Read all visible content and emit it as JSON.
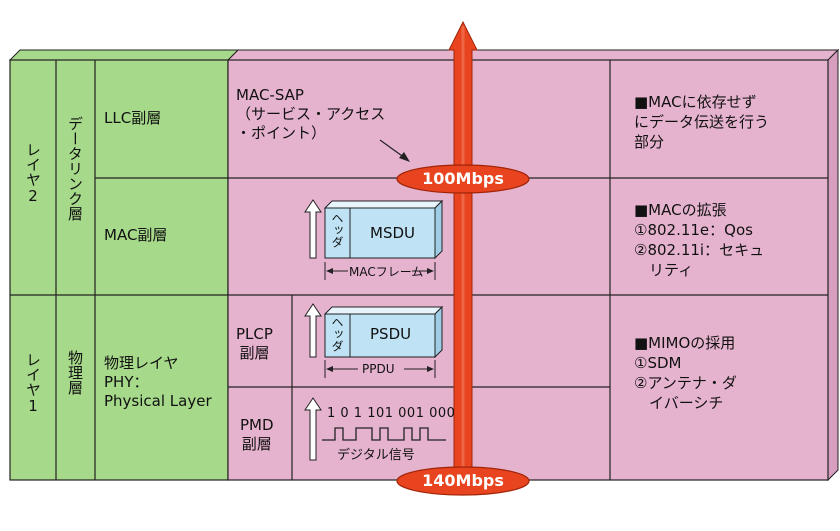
{
  "layers": {
    "layer2_label": "レイヤ2",
    "datalink_label": "データリンク層",
    "layer1_label": "レイヤ1",
    "physical_label": "物理層"
  },
  "sublayers": {
    "llc": "LLC副層",
    "mac": "MAC副層",
    "phy_line1": "物理レイヤ",
    "phy_line2": "PHY：",
    "phy_line3": "Physical Layer",
    "plcp": "PLCP\n副層",
    "pmd": "PMD\n副層"
  },
  "mac_sap": "MAC-SAP\n（サービス・アクセス\n・ポイント）",
  "frames": {
    "mac_header": "ヘッダ",
    "msdu": "MSDU",
    "mac_frame": "MACフレーム",
    "plcp_header": "ヘッダ",
    "psdu": "PSDU",
    "ppdu": "PPDU",
    "bits": "1 0 1 101 001 000",
    "digital_signal": "デジタル信号"
  },
  "speeds": {
    "top": "100Mbps",
    "bottom": "140Mbps"
  },
  "notes": {
    "llc": "■MACに依存せず\nにデータ伝送を行う\n部分",
    "mac": "■MACの拡張\n①802.11e：Qos\n②802.11i：セキュ\n　リティ",
    "phy": "■MIMOの採用\n①SDM\n②アンテナ・ダ\n　イバーシチ"
  },
  "colors": {
    "green": "#a6d98a",
    "pink": "#e6b3cf",
    "box_blue": "#bfe3f5",
    "arrow_red": "#e8441f"
  }
}
